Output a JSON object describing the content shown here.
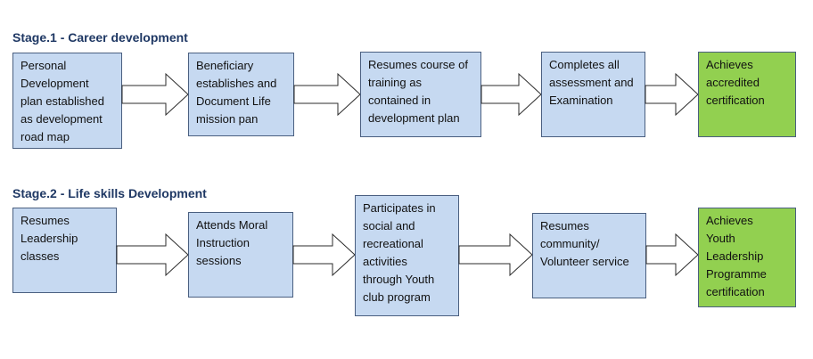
{
  "stages": [
    {
      "title": "Stage.1 - Career development",
      "steps": [
        "Personal\nDevelopment\nplan established\nas development\nroad map",
        "Beneficiary\nestablishes and\nDocument Life\nmission pan",
        "Resumes course of\ntraining as\ncontained in\ndevelopment plan",
        "Completes all\nassessment and\nExamination",
        "Achieves\naccredited\ncertification"
      ]
    },
    {
      "title": "Stage.2 - Life skills Development",
      "steps": [
        "Resumes\nLeadership\nclasses",
        "Attends Moral\nInstruction\nsessions",
        "Participates in\nsocial and\nrecreational\nactivities\nthrough Youth\nclub program",
        "Resumes\ncommunity/\nVolunteer service",
        "Achieves\nYouth\nLeadership\nProgramme\ncertification"
      ]
    }
  ],
  "colors": {
    "step_fill": "#c6d9f1",
    "final_fill": "#92d050",
    "title_color": "#1f3864"
  }
}
